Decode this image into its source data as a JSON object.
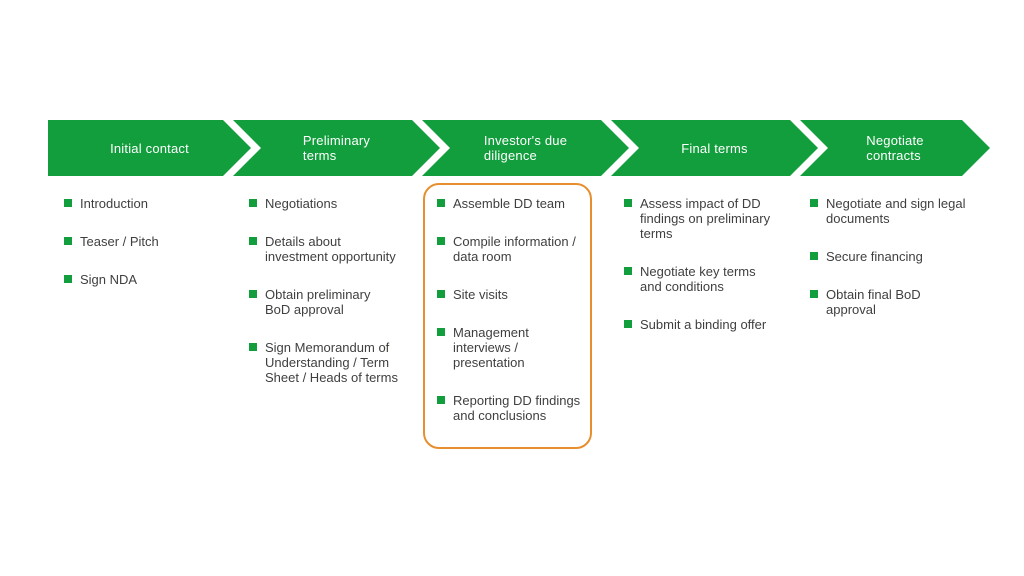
{
  "diagram": {
    "type": "process-flow",
    "colors": {
      "stage_green": "#129E3C",
      "bullet_green": "#129E3C",
      "highlight_orange": "#E78F2E",
      "stage_label_text": "#FFFFFF",
      "body_text": "#3F3F3E",
      "background": "#FFFFFF"
    },
    "highlighted_stage": "Investor's due diligence",
    "stages": [
      {
        "label": "Initial contact",
        "items": [
          "Introduction",
          "Teaser / Pitch",
          "Sign NDA"
        ]
      },
      {
        "label": "Preliminary\nterms",
        "items": [
          "Negotiations",
          "Details about investment opportunity",
          "Obtain preliminary BoD approval",
          "Sign Memorandum of Understanding / Term Sheet / Heads of terms"
        ]
      },
      {
        "label": "Investor's due\ndiligence",
        "items": [
          "Assemble DD team",
          "Compile information / data room",
          "Site visits",
          "Management interviews / presentation",
          "Reporting DD findings and conclusions"
        ]
      },
      {
        "label": "Final terms",
        "items": [
          "Assess impact of DD findings on preliminary terms",
          "Negotiate key terms and conditions",
          "Submit a binding offer"
        ]
      },
      {
        "label": "Negotiate\ncontracts",
        "items": [
          "Negotiate and sign legal documents",
          "Secure financing",
          "Obtain final BoD approval"
        ]
      }
    ]
  }
}
